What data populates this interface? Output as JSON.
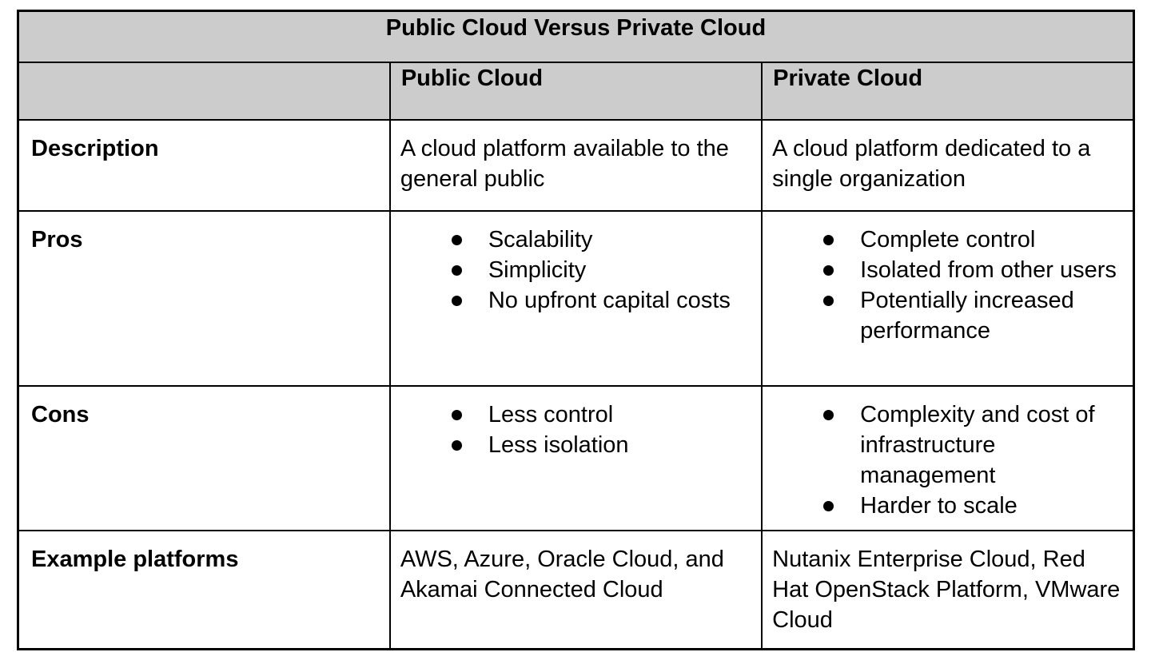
{
  "table": {
    "title": "Public Cloud Versus Private Cloud",
    "columns": [
      "",
      "Public Cloud",
      "Private Cloud"
    ],
    "rows": [
      {
        "label": "Description",
        "public": "A cloud platform available to the general public",
        "private": "A cloud platform dedicated to a single organization"
      },
      {
        "label": "Pros",
        "public": [
          "Scalability",
          "Simplicity",
          "No upfront capital costs"
        ],
        "private": [
          "Complete control",
          "Isolated from other users",
          "Potentially increased performance"
        ]
      },
      {
        "label": "Cons",
        "public": [
          "Less control",
          "Less isolation"
        ],
        "private": [
          "Complexity and cost of infrastructure management",
          "Harder to scale"
        ]
      },
      {
        "label": "Example platforms",
        "public": "AWS, Azure, Oracle Cloud, and Akamai Connected Cloud",
        "private": "Nutanix Enterprise Cloud, Red Hat OpenStack Platform, VMware Cloud"
      }
    ],
    "colors": {
      "header_bg": "#cccccc",
      "border": "#000000",
      "text": "#000000",
      "page_bg": "#ffffff"
    }
  }
}
